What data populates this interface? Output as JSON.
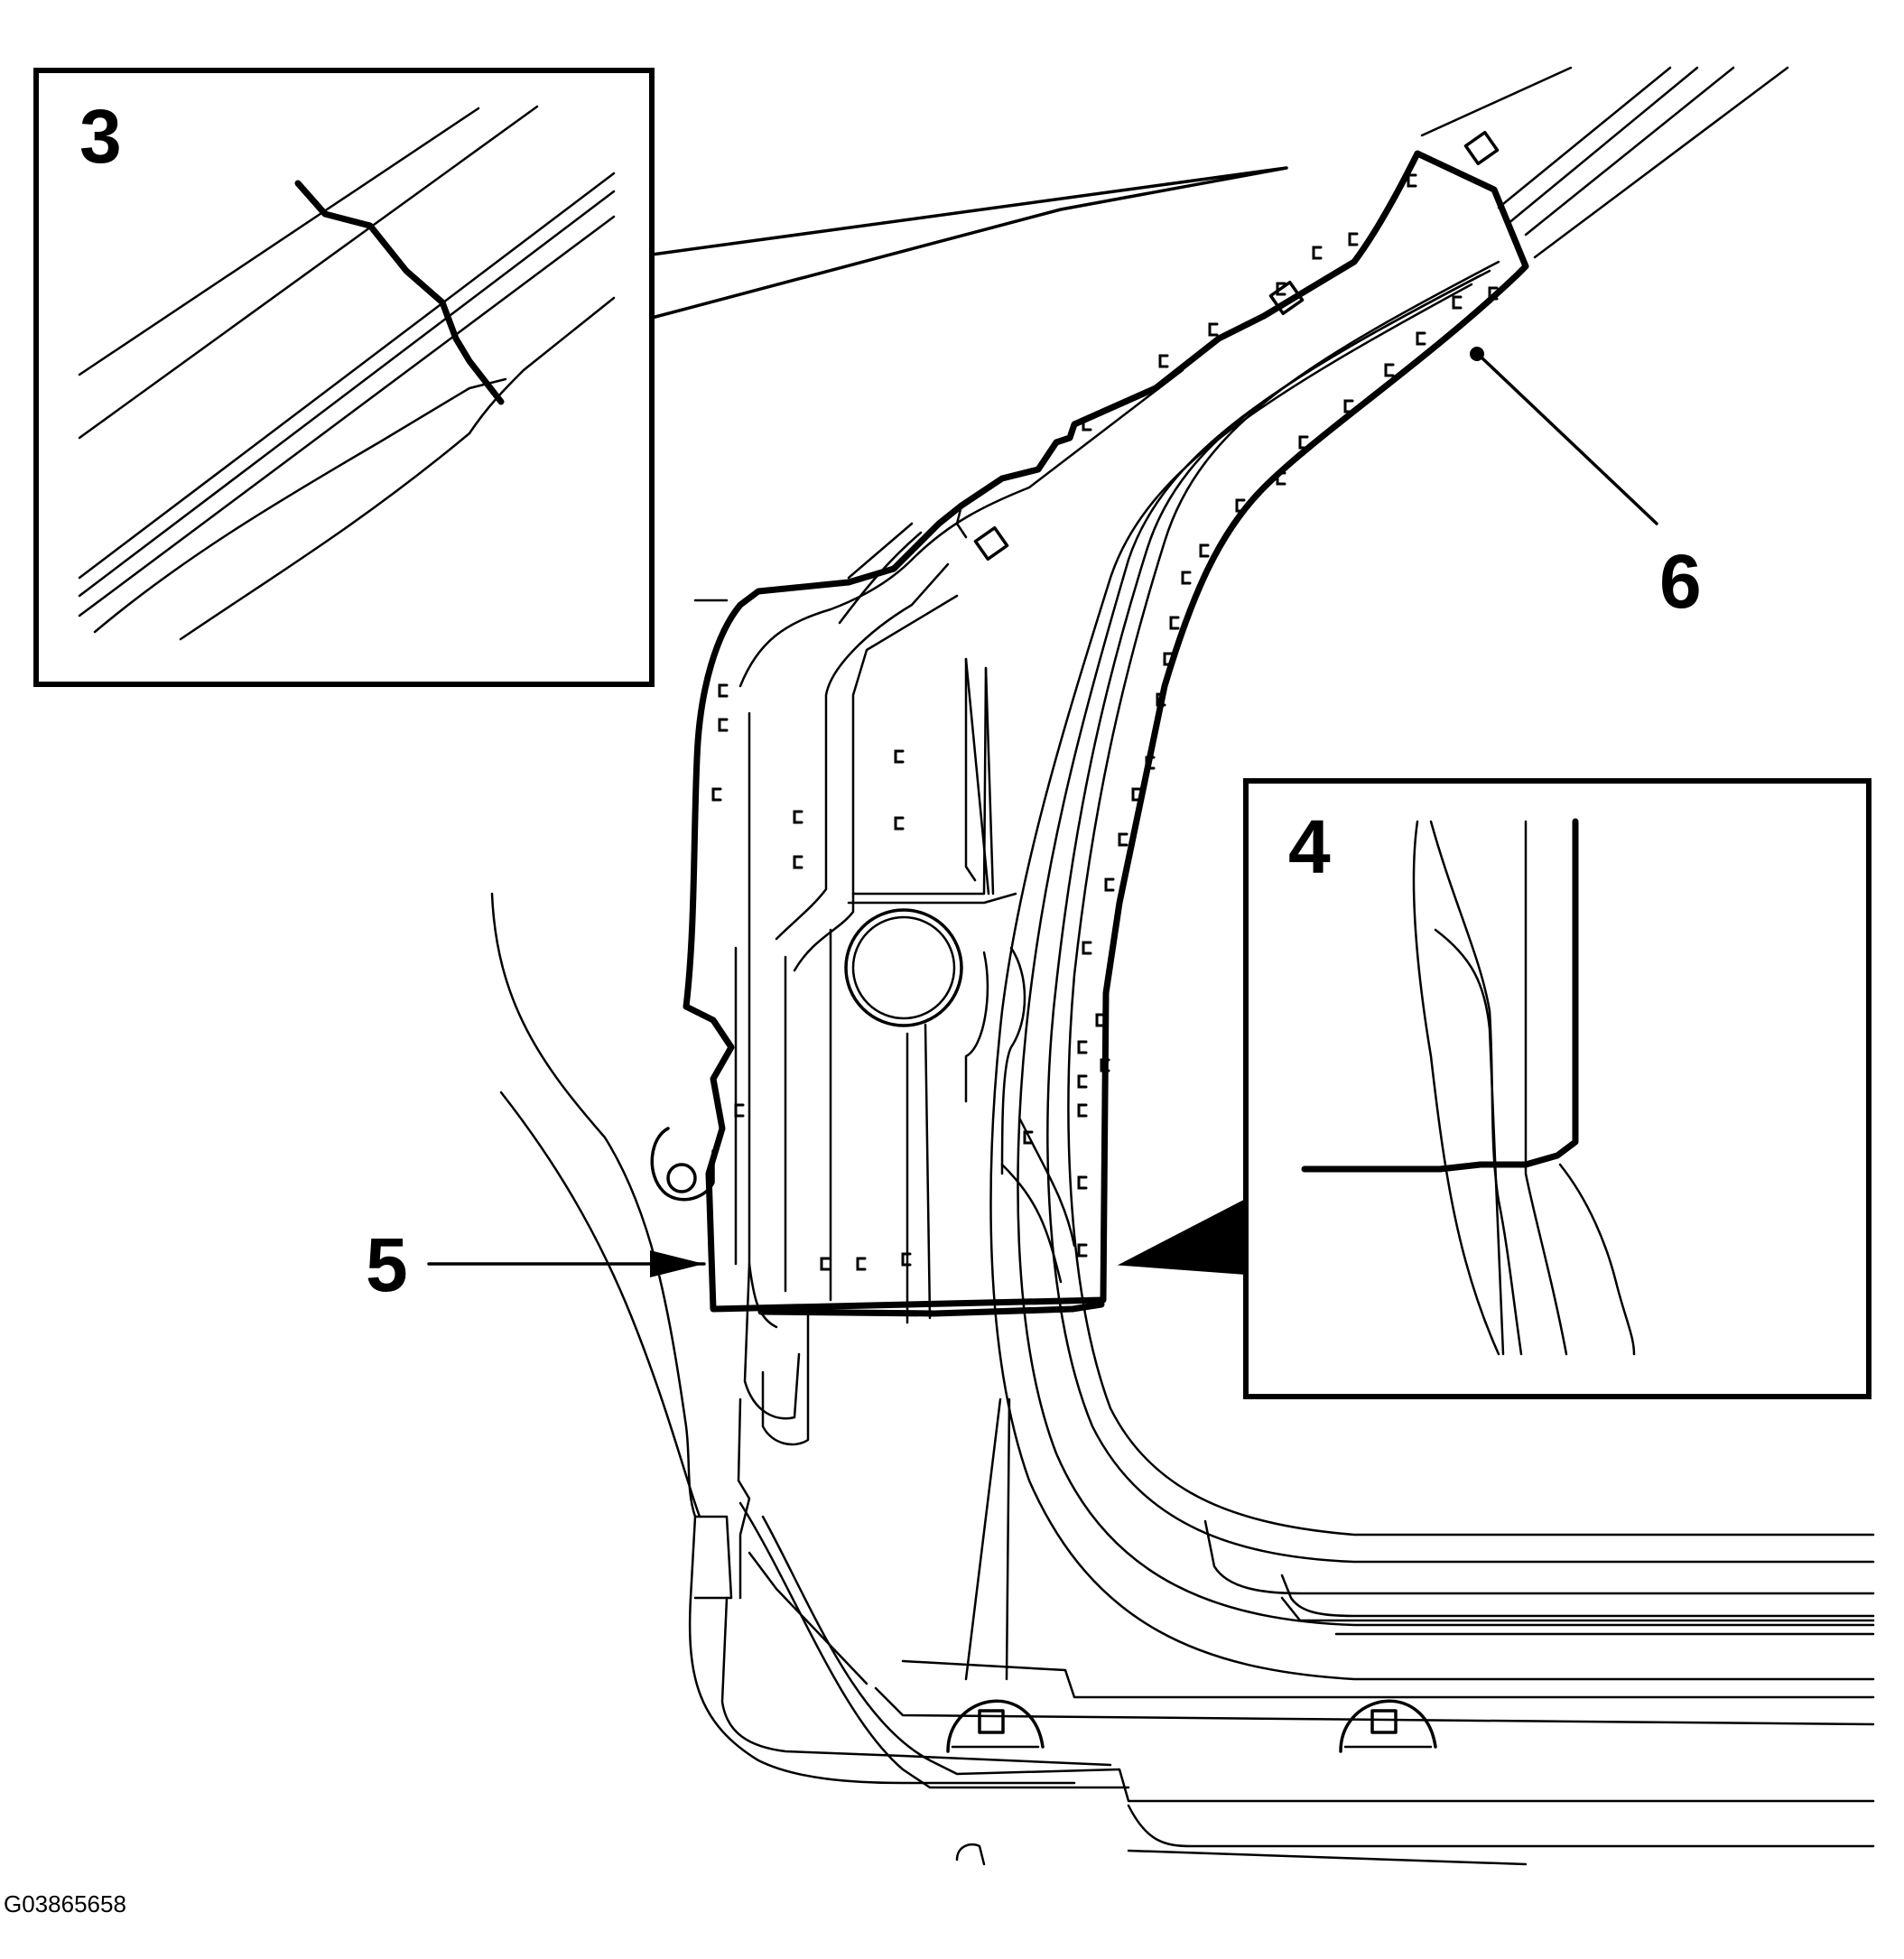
{
  "callouts": {
    "detail_3": "3",
    "detail_4": "4",
    "item_5": "5",
    "item_6": "6"
  },
  "figure_id": "G03865658",
  "colors": {
    "line": "#000000",
    "background": "#ffffff"
  }
}
